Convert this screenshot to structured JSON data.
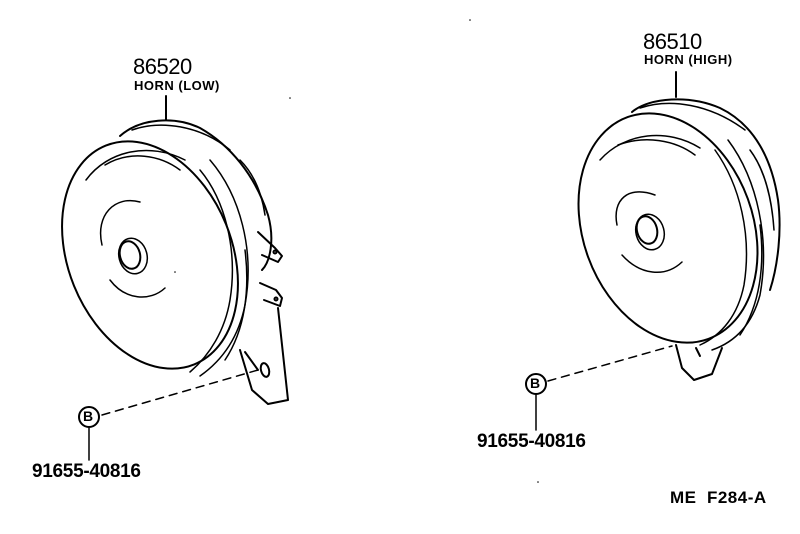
{
  "diagram": {
    "parts": [
      {
        "part_number": "86520",
        "name": "HORN (LOW)"
      },
      {
        "part_number": "86510",
        "name": "HORN (HIGH)"
      }
    ],
    "fasteners": [
      {
        "callout": "B",
        "part_number": "91655-40816"
      },
      {
        "callout": "B",
        "part_number": "91655-40816"
      }
    ],
    "figure_code": "ME  F284-A"
  }
}
